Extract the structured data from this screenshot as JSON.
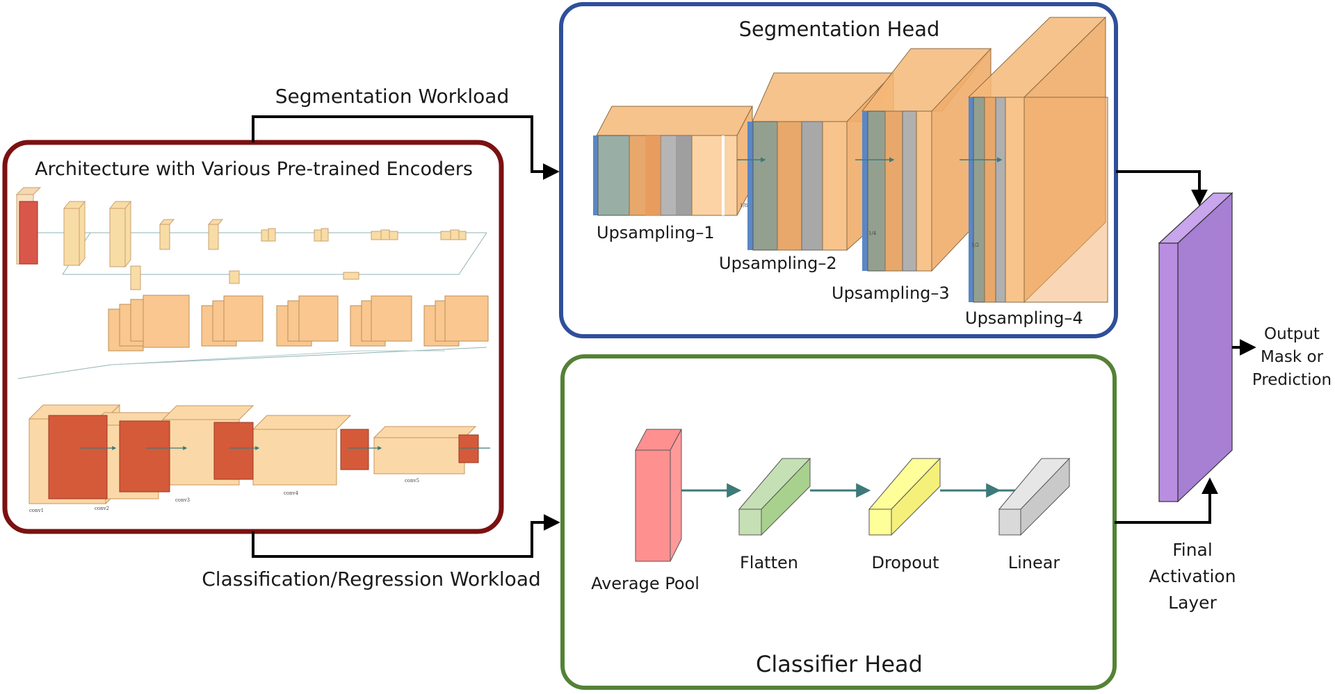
{
  "encoder_panel": {
    "title": "Architecture with Various Pre-trained Encoders",
    "conv_labels": [
      "conv1",
      "conv2",
      "conv3",
      "conv4",
      "conv5"
    ],
    "border_color": "#7b1111"
  },
  "segmentation_head": {
    "title": "Segmentation Head",
    "border_color": "#2f4f9a",
    "blocks": [
      "Upsampling–1",
      "Upsampling–2",
      "Upsampling–3",
      "Upsampling–4"
    ],
    "scale_labels": [
      "1/8",
      "1/4",
      "1/2"
    ]
  },
  "classifier_head": {
    "title": "Classifier Head",
    "border_color": "#548235",
    "layers": [
      {
        "label": "Average Pool",
        "color": "#ff9090"
      },
      {
        "label": "Flatten",
        "color": "#c5e0b4"
      },
      {
        "label": "Dropout",
        "color": "#ffff99"
      },
      {
        "label": "Linear",
        "color": "#d9d9d9"
      }
    ]
  },
  "flows": {
    "segmentation": "Segmentation Workload",
    "classification": "Classification/Regression Workload"
  },
  "final_activation": {
    "label_lines": [
      "Final",
      "Activation",
      "Layer"
    ],
    "color": "#b98ee0"
  },
  "output": {
    "label_lines": [
      "Output",
      "Mask or",
      "Prediction"
    ]
  }
}
